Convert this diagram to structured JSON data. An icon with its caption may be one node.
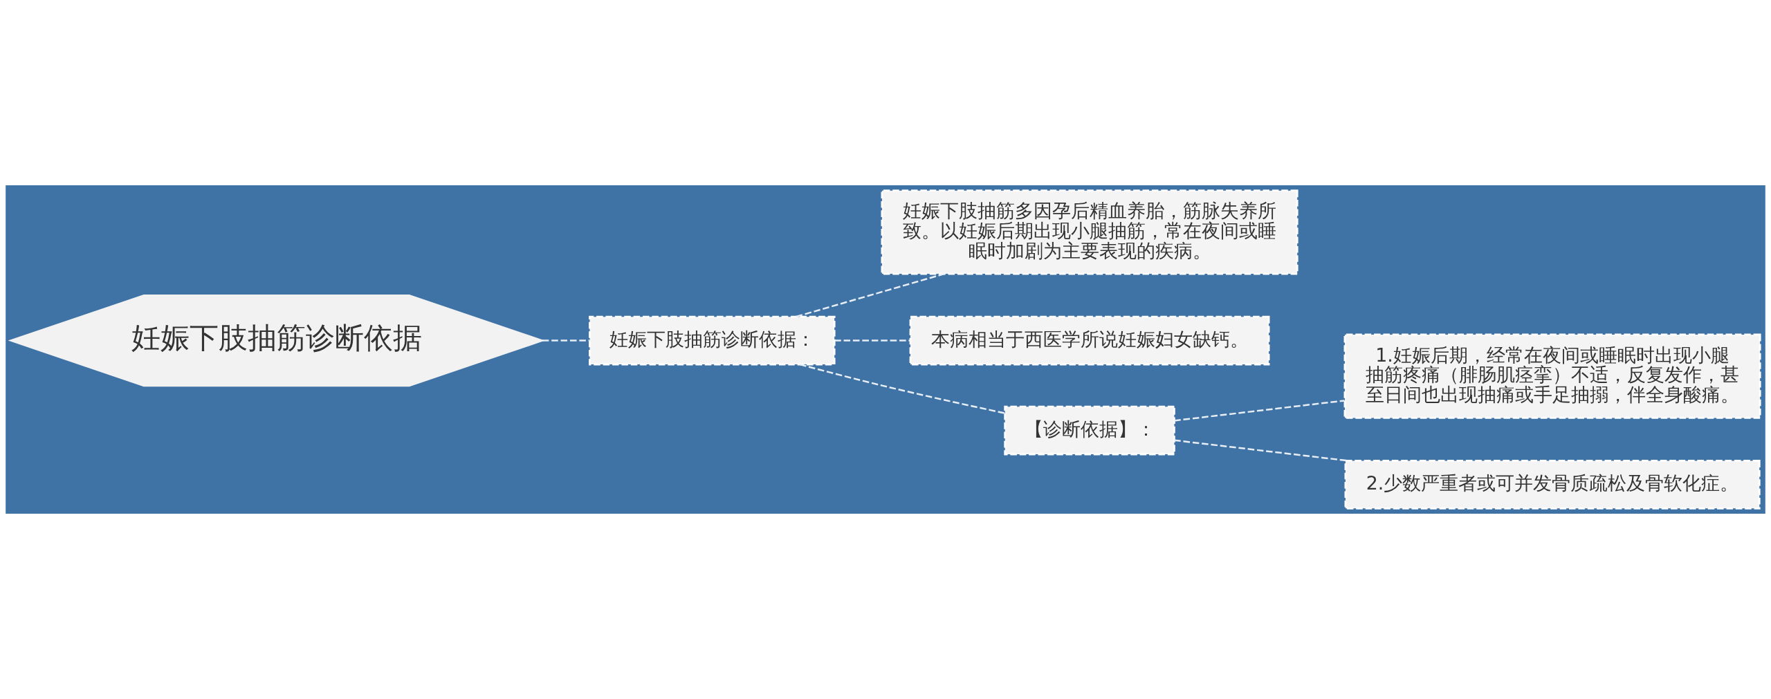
{
  "diagram": {
    "nodes": [
      {
        "text": [
          "妊娠下肢抽筋诊断依据"
        ]
      },
      {
        "text": [
          "妊娠下肢抽筋诊断依据："
        ]
      },
      {
        "text": [
          "妊娠下肢抽筋多因孕后精血养胎，筋脉失养所致。以妊娠后期出现小腿抽筋，常在夜间或睡眠时加剧为主要表现的疾病。"
        ]
      },
      {
        "text": [
          "本病相当于西医学所说妊娠妇女缺钙。"
        ]
      },
      {
        "text": [
          "【诊断依据】："
        ]
      },
      {
        "text": [
          "1.妊娠后期，经常在夜间或睡眠时出现小腿抽筋疼痛（腓肠肌痉挛）不适，反复发作，甚至日间也出现抽痛或手足抽搦，伴全身酸痛。"
        ]
      },
      {
        "text": [
          "2.少数严重者或可并发骨质疏松及骨软化症。"
        ]
      }
    ],
    "edges": [
      {
        "from": 0,
        "to": 1,
        "arrow": "none",
        "style": "dashed"
      },
      {
        "from": 1,
        "to": 2,
        "arrow": "none",
        "style": "dashed"
      },
      {
        "from": 1,
        "to": 3,
        "arrow": "none",
        "style": "dashed"
      },
      {
        "from": 1,
        "to": 4,
        "arrow": "none",
        "style": "dashed"
      },
      {
        "from": 4,
        "to": 5,
        "arrow": "none",
        "style": "dashed"
      },
      {
        "from": 4,
        "to": 6,
        "arrow": "none",
        "style": "dashed"
      }
    ]
  }
}
